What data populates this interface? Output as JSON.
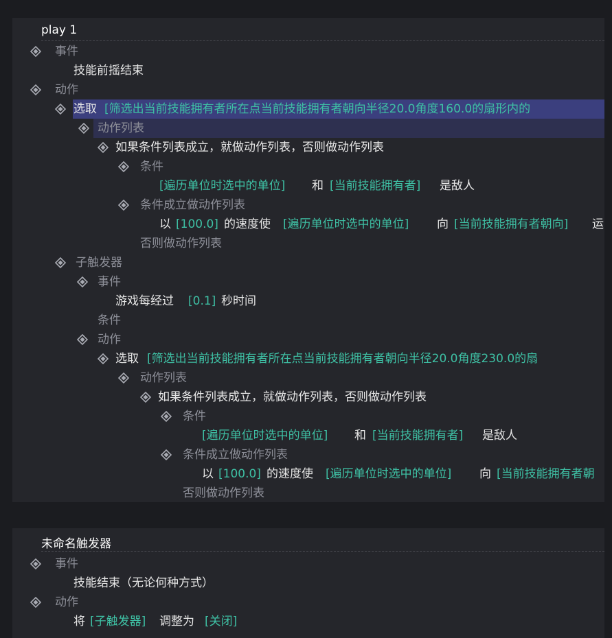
{
  "panel1": {
    "title": "play 1",
    "rows": {
      "event_label": "事件",
      "event_value": "技能前摇结束",
      "action_label": "动作",
      "select1_keyword": "选取",
      "select1_arg": "[筛选出当前技能拥有者所在点当前技能拥有者朝向半径20.0角度160.0的扇形内的",
      "action_list1": "动作列表",
      "if1": "如果条件列表成立，就做动作列表，否则做动作列表",
      "cond1_label": "条件",
      "cond1_a": "[遍历单位时选中的单位]",
      "cond1_and": "和",
      "cond1_b": "[当前技能拥有者]",
      "cond1_tail": "是敌人",
      "then1_label": "条件成立做动作列表",
      "then1_pre": "以",
      "then1_speed": "[100.0]",
      "then1_mid1": "的速度使",
      "then1_unit": "[遍历单位时选中的单位]",
      "then1_mid2": "向",
      "then1_dir": "[当前技能拥有者朝向]",
      "then1_tail": "运",
      "else1_label": "否则做动作列表",
      "subtrigger_label": "子触发器",
      "sub_event_label": "事件",
      "sub_event_pre": "游戏每经过",
      "sub_event_val": "[0.1]",
      "sub_event_tail": "秒时间",
      "sub_cond_label": "条件",
      "sub_action_label": "动作",
      "select2_keyword": "选取",
      "select2_arg": "[筛选出当前技能拥有者所在点当前技能拥有者朝向半径20.0角度230.0的扇",
      "action_list2": "动作列表",
      "if2": "如果条件列表成立，就做动作列表，否则做动作列表",
      "cond2_label": "条件",
      "cond2_a": "[遍历单位时选中的单位]",
      "cond2_and": "和",
      "cond2_b": "[当前技能拥有者]",
      "cond2_tail": "是敌人",
      "then2_label": "条件成立做动作列表",
      "then2_pre": "以",
      "then2_speed": "[100.0]",
      "then2_mid1": "的速度使",
      "then2_unit": "[遍历单位时选中的单位]",
      "then2_mid2": "向",
      "then2_dir": "[当前技能拥有者朝",
      "else2_label": "否则做动作列表"
    }
  },
  "panel2": {
    "title": "未命名触发器",
    "event_label": "事件",
    "event_value": "技能结束（无论何种方式）",
    "action_label": "动作",
    "action_pre": "将",
    "action_target": "[子触发器]",
    "action_mid": "调整为",
    "action_value": "[关闭]"
  },
  "colors": {
    "background": "#1b1c20",
    "panel": "#25262b",
    "highlight": "#3b3f7e",
    "param_green": "#3ec0a4",
    "dim_text": "#8d8f98"
  },
  "icons": {
    "collapse": "diamond-collapse-icon"
  }
}
